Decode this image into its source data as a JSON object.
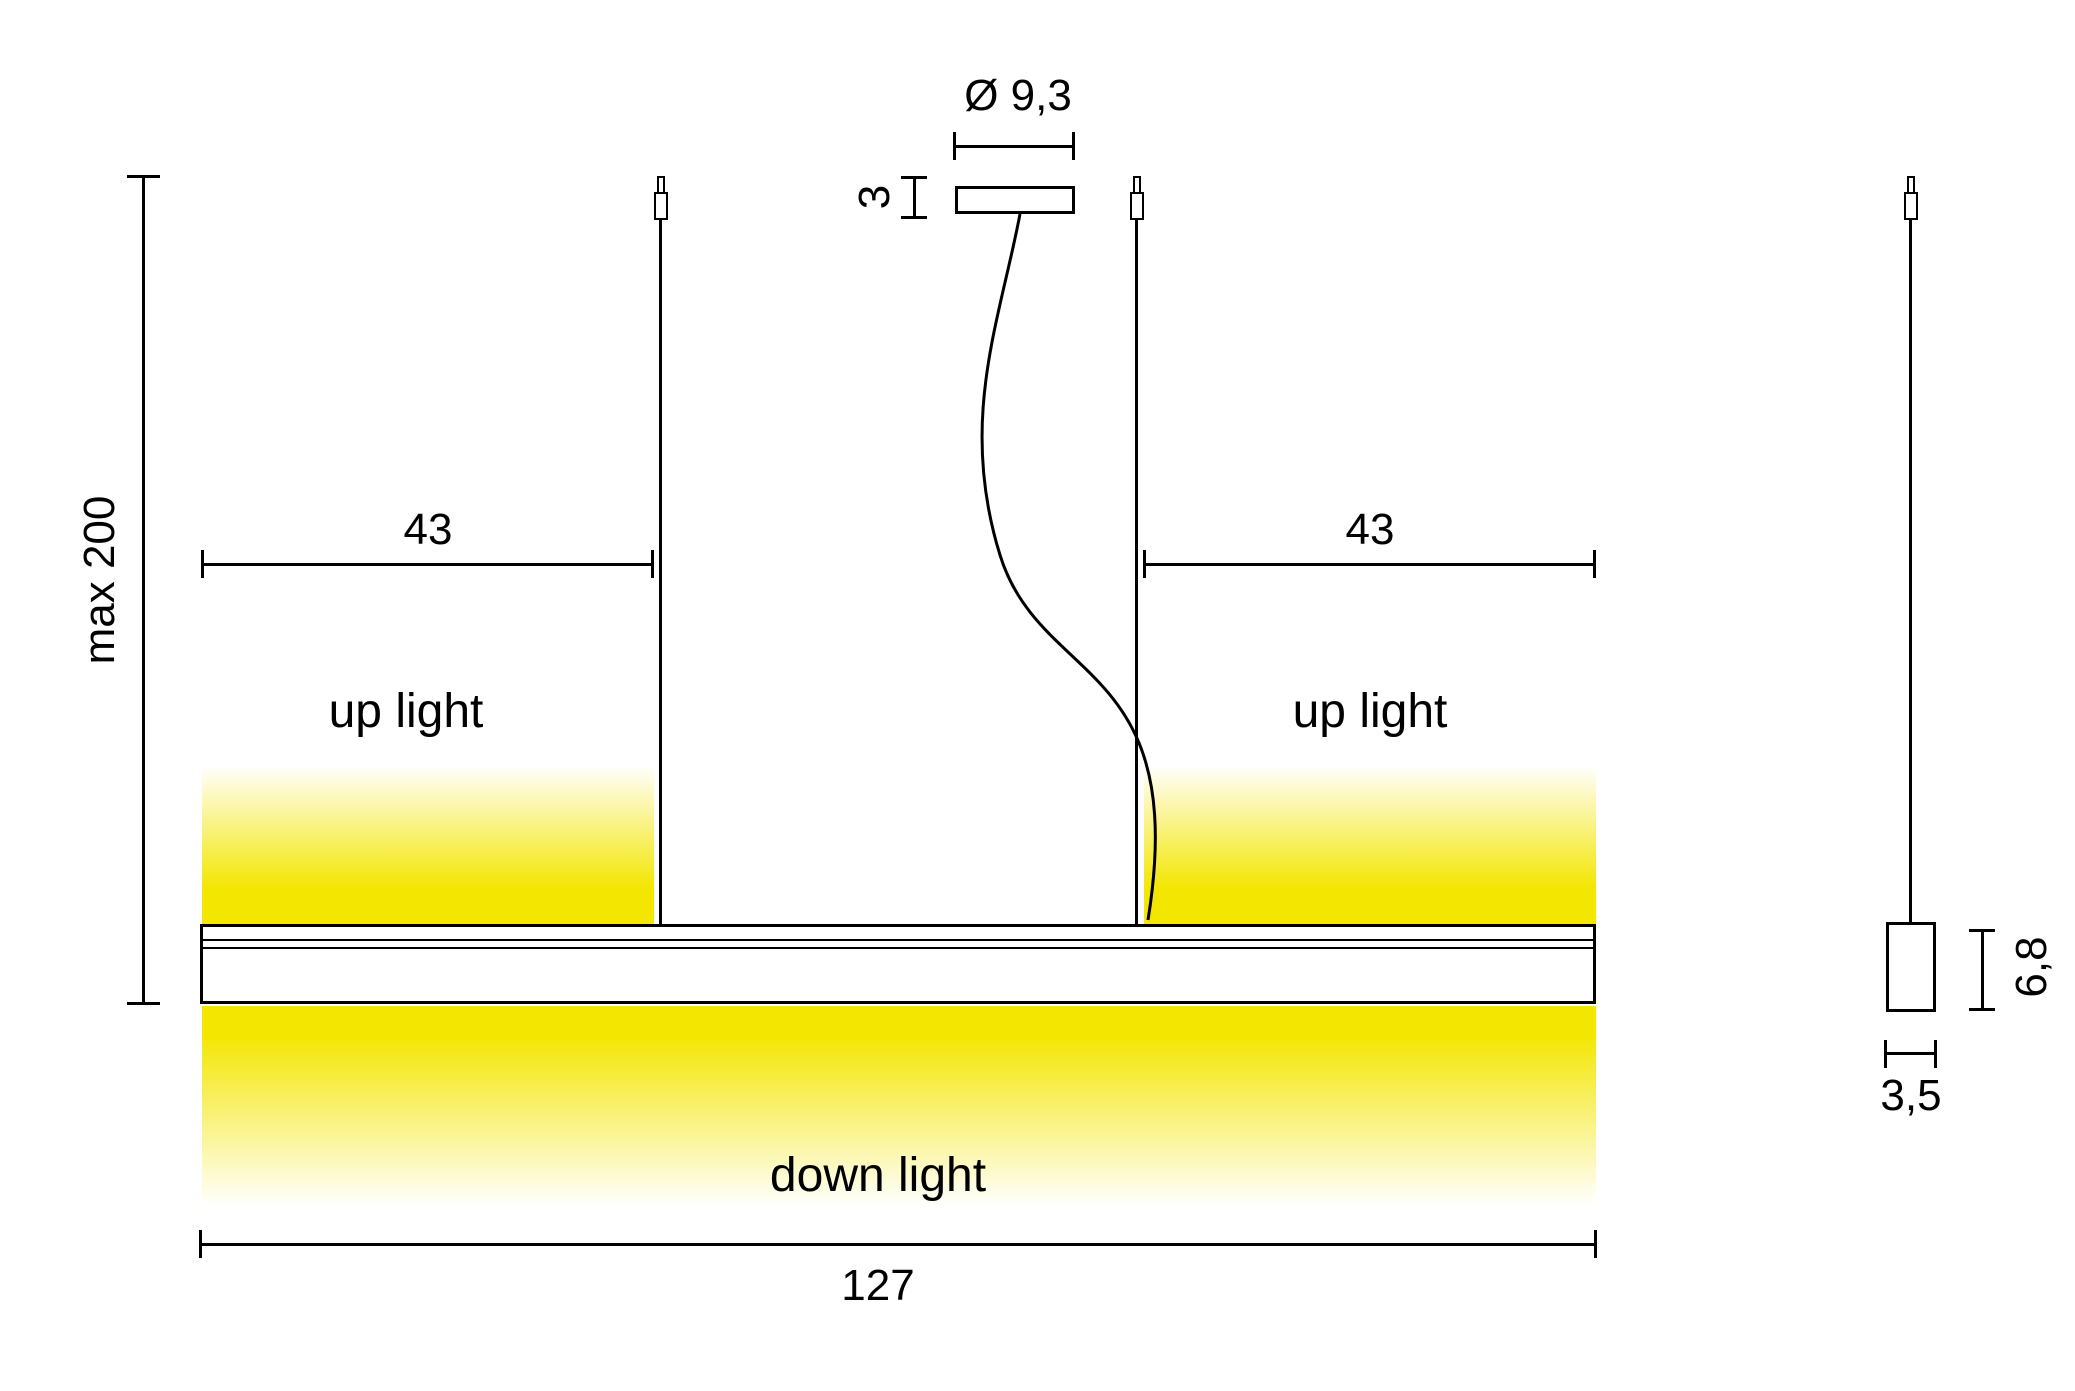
{
  "labels": {
    "up_light_left": "up light",
    "up_light_right": "up light",
    "down_light": "down light"
  },
  "dimensions": {
    "canopy_diameter": "Ø 9,3",
    "canopy_height": "3",
    "suspension_max": "max 200",
    "left_offset": "43",
    "right_offset": "43",
    "fixture_length": "127",
    "profile_height": "6,8",
    "profile_width": "3,5"
  },
  "colors": {
    "light_beam_yellow": "#f3e600",
    "line_black": "#000000"
  }
}
